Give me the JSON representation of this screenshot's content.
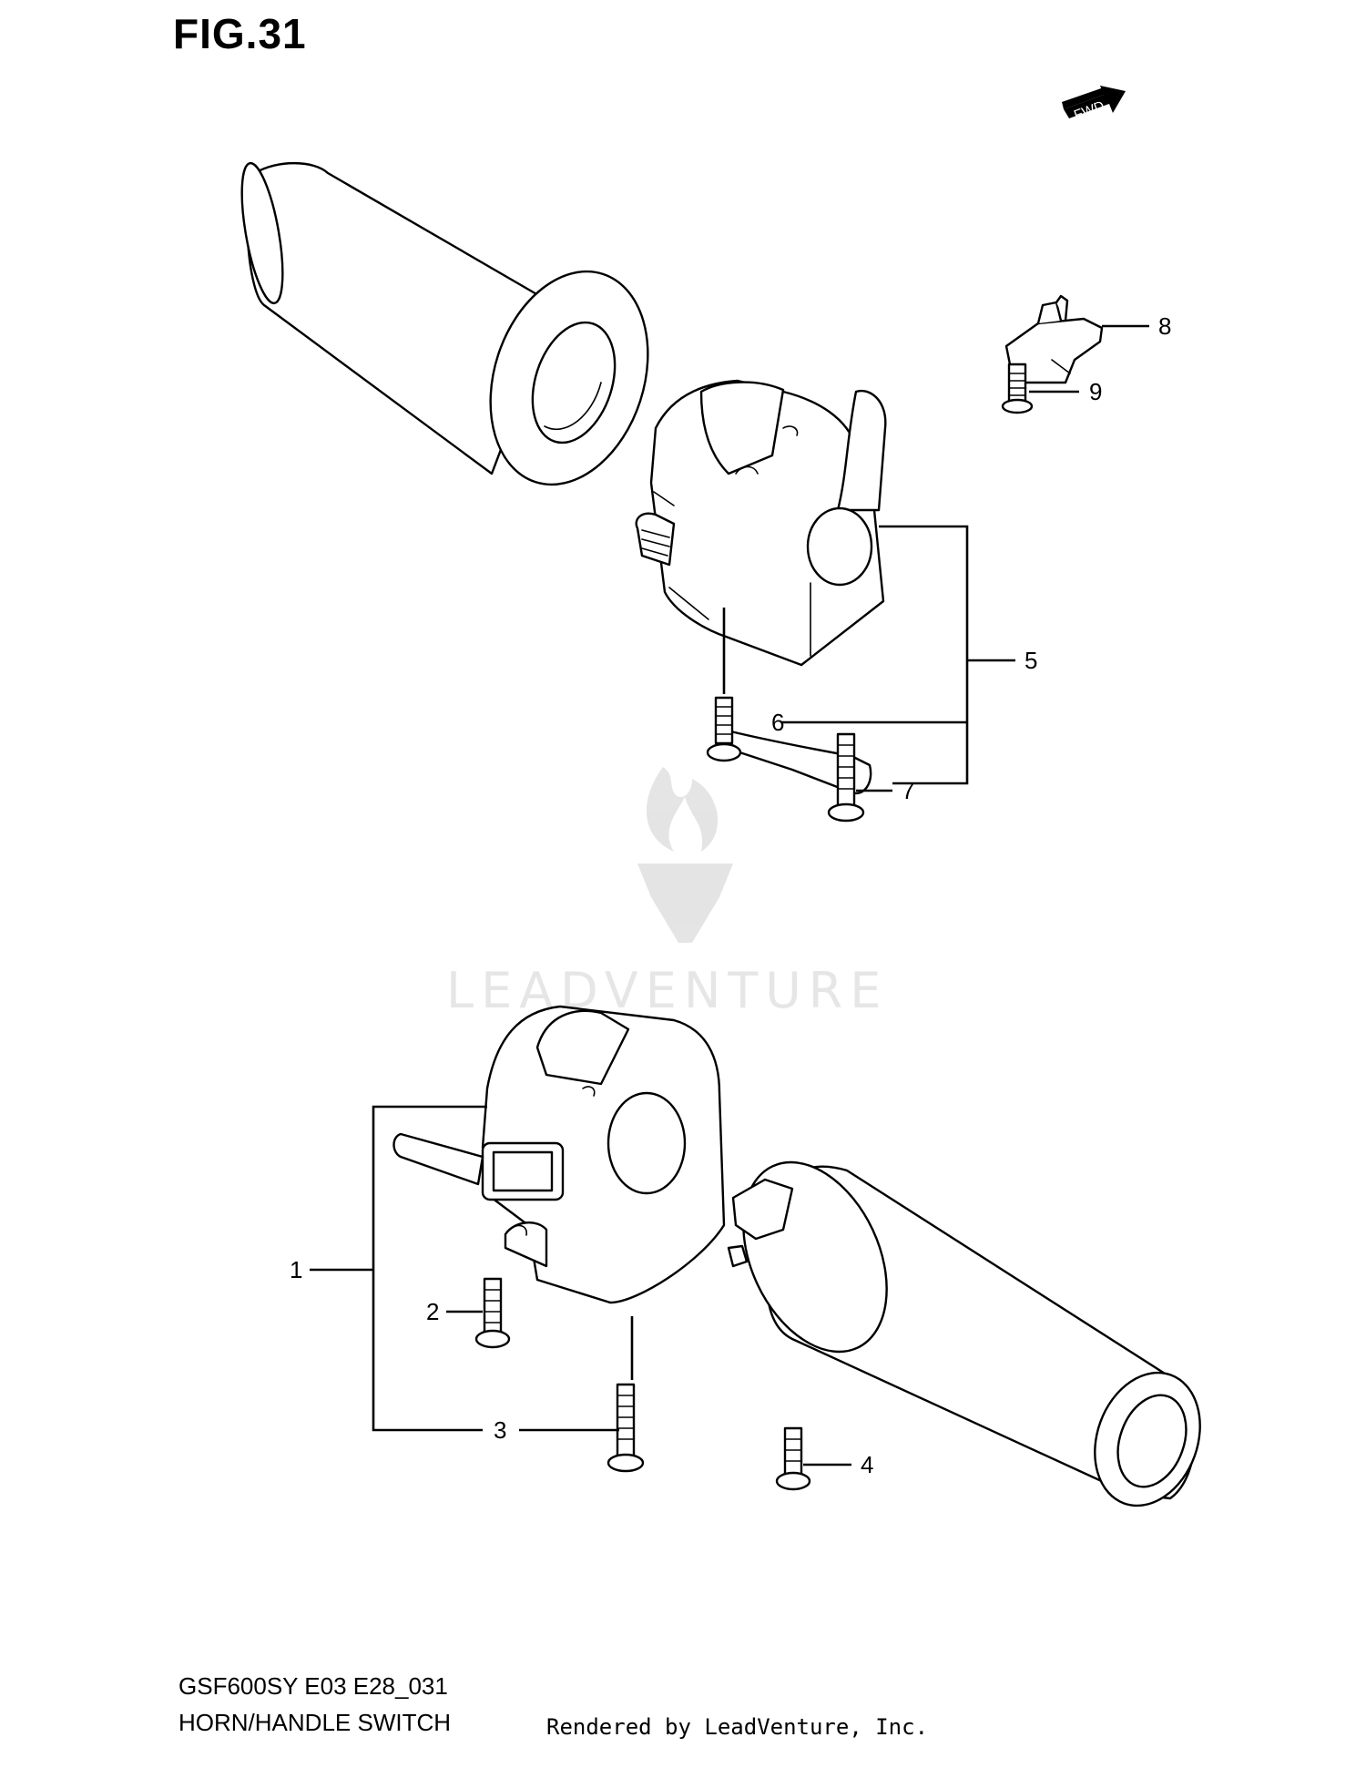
{
  "figure": {
    "title": "FIG.31"
  },
  "forward_marker": {
    "label": "FWD",
    "icon": "forward-arrow-icon"
  },
  "callouts": [
    {
      "id": "callout-1",
      "label": "1"
    },
    {
      "id": "callout-2",
      "label": "2"
    },
    {
      "id": "callout-3",
      "label": "3"
    },
    {
      "id": "callout-4",
      "label": "4"
    },
    {
      "id": "callout-5",
      "label": "5"
    },
    {
      "id": "callout-6",
      "label": "6"
    },
    {
      "id": "callout-7",
      "label": "7"
    },
    {
      "id": "callout-8",
      "label": "8"
    },
    {
      "id": "callout-9",
      "label": "9"
    }
  ],
  "watermark": {
    "text": "LEADVENTURE",
    "logo": "leadventure-flame-logo"
  },
  "footer": {
    "model_code": "GSF600SY E03 E28_031",
    "section_name": "HORN/HANDLE SWITCH",
    "rendered_by": "Rendered by LeadVenture, Inc."
  }
}
